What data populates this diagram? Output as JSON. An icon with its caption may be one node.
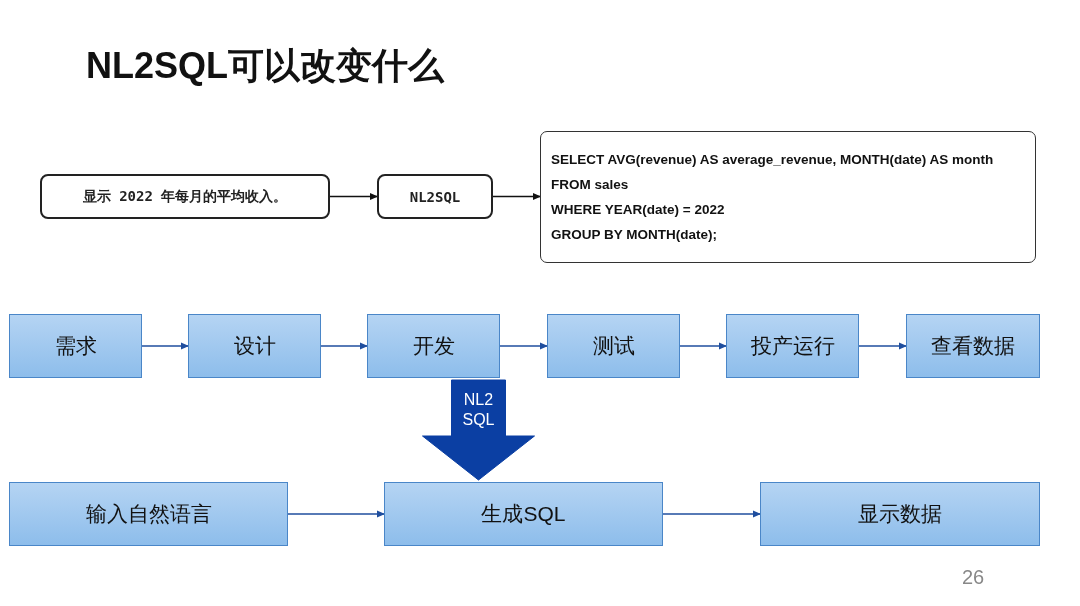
{
  "diagram": {
    "title": "NL2SQL可以改变什么",
    "nodes": [
      {
        "text": [
          "显示 2022 年每月的平均收入。"
        ]
      },
      {
        "text": [
          "NL2SQL"
        ]
      },
      {
        "text": [
          "SELECT AVG(revenue) AS average_revenue, MONTH(date) AS month",
          "FROM sales",
          "WHERE YEAR(date) = 2022",
          "GROUP BY MONTH(date);"
        ]
      },
      {
        "text": [
          "需求"
        ]
      },
      {
        "text": [
          "设计"
        ]
      },
      {
        "text": [
          "开发"
        ]
      },
      {
        "text": [
          "测试"
        ]
      },
      {
        "text": [
          "投产运行"
        ]
      },
      {
        "text": [
          "查看数据"
        ]
      },
      {
        "text": [
          "输入自然语言"
        ]
      },
      {
        "text": [
          "生成SQL"
        ]
      },
      {
        "text": [
          "显示数据"
        ]
      }
    ],
    "edges": [
      {
        "from": 0,
        "to": 1,
        "arrow": "to",
        "color": "#111111"
      },
      {
        "from": 1,
        "to": 2,
        "arrow": "to",
        "color": "#111111"
      },
      {
        "from": 3,
        "to": 4,
        "arrow": "to"
      },
      {
        "from": 4,
        "to": 5,
        "arrow": "to"
      },
      {
        "from": 5,
        "to": 6,
        "arrow": "to"
      },
      {
        "from": 6,
        "to": 7,
        "arrow": "to"
      },
      {
        "from": 7,
        "to": 8,
        "arrow": "to"
      },
      {
        "from": 5,
        "to": 10,
        "arrow": "to",
        "label": "NL2 SQL",
        "style": "thick",
        "color": "#0b3fa3"
      },
      {
        "from": 9,
        "to": 10,
        "arrow": "to"
      },
      {
        "from": 10,
        "to": 11,
        "arrow": "to"
      }
    ],
    "labels": [
      "26"
    ]
  }
}
